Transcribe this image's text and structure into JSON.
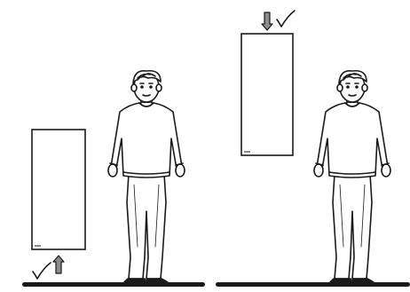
{
  "panels": [
    {
      "id": "left",
      "panel_shape": "rectangle",
      "arrow": {
        "direction": "up",
        "icon": "up-arrow-icon"
      },
      "mark": {
        "icon": "checkmark-icon"
      },
      "figure": {
        "icon": "standing-person-icon"
      },
      "floor": {
        "icon": "floor-line"
      }
    },
    {
      "id": "right",
      "panel_shape": "rectangle",
      "arrow": {
        "direction": "down",
        "icon": "down-arrow-icon"
      },
      "mark": {
        "icon": "checkmark-icon"
      },
      "figure": {
        "icon": "standing-person-icon"
      },
      "floor": {
        "icon": "floor-line"
      }
    }
  ],
  "colors": {
    "stroke": "#1a1a1a",
    "arrow_fill": "#8c8c8c",
    "floor": "#1a1a1a",
    "panel_fill": "#ffffff"
  }
}
